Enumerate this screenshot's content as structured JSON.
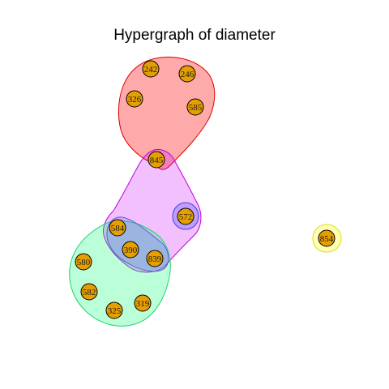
{
  "title": "Hypergraph of diameter",
  "vertex_color": "#E69F00",
  "vertices": [
    {
      "id": "v242",
      "label": "242"
    },
    {
      "id": "v246",
      "label": "246"
    },
    {
      "id": "v326",
      "label": "326"
    },
    {
      "id": "v585",
      "label": "585"
    },
    {
      "id": "v845",
      "label": "845"
    },
    {
      "id": "v572",
      "label": "572"
    },
    {
      "id": "v584",
      "label": "584"
    },
    {
      "id": "v390",
      "label": "390"
    },
    {
      "id": "v839",
      "label": "839"
    },
    {
      "id": "v580",
      "label": "580"
    },
    {
      "id": "v582",
      "label": "582"
    },
    {
      "id": "v325",
      "label": "325"
    },
    {
      "id": "v319",
      "label": "319"
    },
    {
      "id": "v854",
      "label": "854"
    }
  ],
  "hyperedges": [
    {
      "id": "e-red",
      "fill": "#FF000055",
      "stroke": "#E00000",
      "members": [
        "242",
        "246",
        "326",
        "585",
        "845"
      ]
    },
    {
      "id": "e-magenta",
      "fill": "#CC00FF40",
      "stroke": "#C000E0",
      "members": [
        "845",
        "572",
        "584",
        "390",
        "839"
      ]
    },
    {
      "id": "e-green",
      "fill": "#00FF7045",
      "stroke": "#20D070",
      "members": [
        "584",
        "390",
        "839",
        "580",
        "582",
        "325",
        "319"
      ]
    },
    {
      "id": "e-blue",
      "fill": "#5050FF50",
      "stroke": "#4040E0",
      "members": [
        "572"
      ]
    },
    {
      "id": "e-blue-2",
      "fill": "#5050FF35",
      "stroke": "#6060D0",
      "members": [
        "584",
        "390",
        "839"
      ]
    },
    {
      "id": "e-yellow",
      "fill": "#FFFF0045",
      "stroke": "#D8E000",
      "members": [
        "854"
      ]
    }
  ]
}
